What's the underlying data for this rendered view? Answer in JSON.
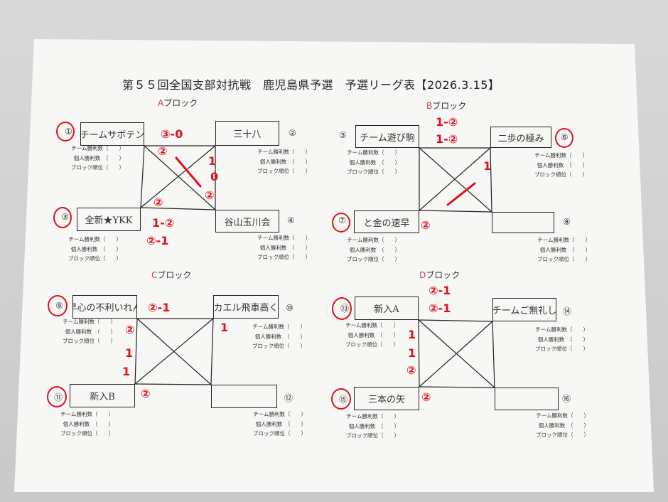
{
  "title": "第５５回全国支部対抗戦　鹿児島県予選　予選リーグ表【2026.3.15】",
  "stat_labels": [
    "チーム勝利数（　　）",
    "個人勝利数　（　　）",
    "ブロック順位（　　）"
  ],
  "blocks": [
    {
      "letter": "A",
      "suffix": "ブロック",
      "teams": [
        {
          "no": "①",
          "name": "チームサボテン"
        },
        {
          "no": "②",
          "name": "三十八"
        },
        {
          "no": "③",
          "name": "全新★YKK"
        },
        {
          "no": "④",
          "name": "谷山玉川会"
        }
      ]
    },
    {
      "letter": "B",
      "suffix": "ブロック",
      "teams": [
        {
          "no": "⑤",
          "name": "チーム遊び駒"
        },
        {
          "no": "⑥",
          "name": "二歩の極み"
        },
        {
          "no": "⑦",
          "name": "と金の速早"
        },
        {
          "no": "⑧",
          "name": ""
        }
      ]
    },
    {
      "letter": "C",
      "suffix": "ブロック",
      "teams": [
        {
          "no": "⑨",
          "name": "早心の不利いれん"
        },
        {
          "no": "⑩",
          "name": "カエル飛車高く"
        },
        {
          "no": "⑪",
          "name": "新入B"
        },
        {
          "no": "⑫",
          "name": ""
        }
      ]
    },
    {
      "letter": "D",
      "suffix": "ブロック",
      "teams": [
        {
          "no": "⑬",
          "name": "新入A"
        },
        {
          "no": "⑭",
          "name": "チームご無礼し"
        },
        {
          "no": "⑮",
          "name": "三本の矢"
        },
        {
          "no": "⑯",
          "name": ""
        }
      ]
    }
  ],
  "handwritten_scores": [
    "③-0",
    "②",
    "1",
    "0",
    "②",
    "②",
    "1-②",
    "②-1",
    "1-②",
    "1-②",
    "1",
    "②",
    "②-1",
    "②",
    "1",
    "1",
    "1",
    "②",
    "②-1",
    "②-1",
    "1",
    "1",
    "②",
    "②"
  ],
  "colors": {
    "ink": "#222222",
    "red_pen": "#e0101a",
    "block_label": "#c24848",
    "paper": "#f7f7f5"
  }
}
